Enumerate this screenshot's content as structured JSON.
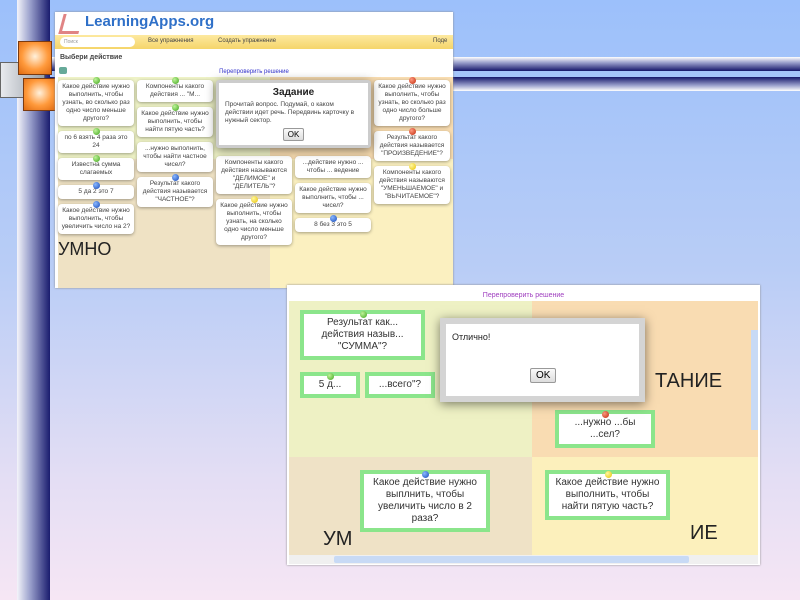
{
  "screenshot1": {
    "logo": "LearningApps.org",
    "search_placeholder": "Поиск",
    "nav": [
      "Все упражнения",
      "Создать упражнение",
      "Поде"
    ],
    "heading": "Выбери действие",
    "recheck": "Перепроверить решение",
    "cards": [
      "Какое действие нужно выполнить, чтобы узнать, во сколько раз одно число меньше другого?",
      "Компоненты какого действия ... \"М...",
      "по 6 взять 4 раза это 24",
      "Известна сумма слагаемых",
      "Какое действие нужно выполнить, чтобы найти пятую часть?",
      "...нужно выполнить, чтобы найти частное чисел?",
      "5 да 2 это 7",
      "Результат какого действия называется \"ЧАСТНОЕ\"?",
      "Какое действие нужно выполнить, чтобы увеличить число на 2?",
      "8 без 3 это 5",
      "Компоненты какого действия называются \"ДЕЛИМОЕ\" и \"ДЕЛИТЕЛЬ\"?",
      "Какое действие нужно выполнить, чтобы узнать, на сколько одно число меньше другого?",
      "Какое действие нужно выполнить, чтобы узнать, во сколько раз одно число больше другого?",
      "...действие нужно ... чтобы ... ведение",
      "Результат какого действия называется \"ПРОИЗВЕДЕНИЕ\"?",
      "Какое действие нужно выполнить, чтобы ... чисел?",
      "Компоненты какого действия называются \"УМЕНЬШАЕМОЕ\" и \"ВЫЧИТАЕМОЕ\"?"
    ],
    "sector_label": "УМНО",
    "dialog": {
      "title": "Задание",
      "text": "Прочитай вопрос. Подумай, о каком действии идет речь. Передвинь карточку в нужный сектор.",
      "ok": "OK"
    }
  },
  "screenshot2": {
    "recheck": "Перепроверить решение",
    "sectors": [
      "ТАНИЕ",
      "УМ",
      "ИЕ"
    ],
    "cards": [
      "5 д...",
      "Результат как... действия назыв... \"СУММА\"?",
      "...всего\"?",
      "Какое действие нужно выплнить, чтобы увеличить число в 2 раза?",
      "Какое действие нужно выполнить, чтобы найти пятую часть?",
      "...нужно ...бы ...сел?"
    ],
    "dialog": {
      "text": "Отлично!",
      "ok": "OK"
    }
  }
}
